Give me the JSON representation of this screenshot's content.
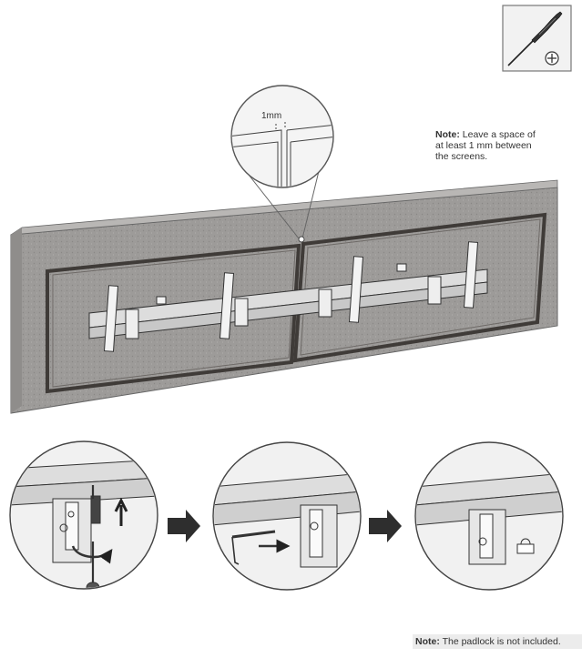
{
  "tool_icon": {
    "name": "phillips-screwdriver-icon",
    "symbol": "⊕"
  },
  "detail_label": "1mm",
  "note_top": {
    "prefix": "Note:",
    "line1": "Leave a space of",
    "line2": "at least 1 mm between",
    "line3": "the screens."
  },
  "note_bottom": {
    "prefix": "Note:",
    "text": "The padlock is not included."
  },
  "colors": {
    "wall": "#9c9a98",
    "frame": "#3f3b38",
    "line": "#2b2b2b",
    "arrow": "#2e2e2e"
  }
}
